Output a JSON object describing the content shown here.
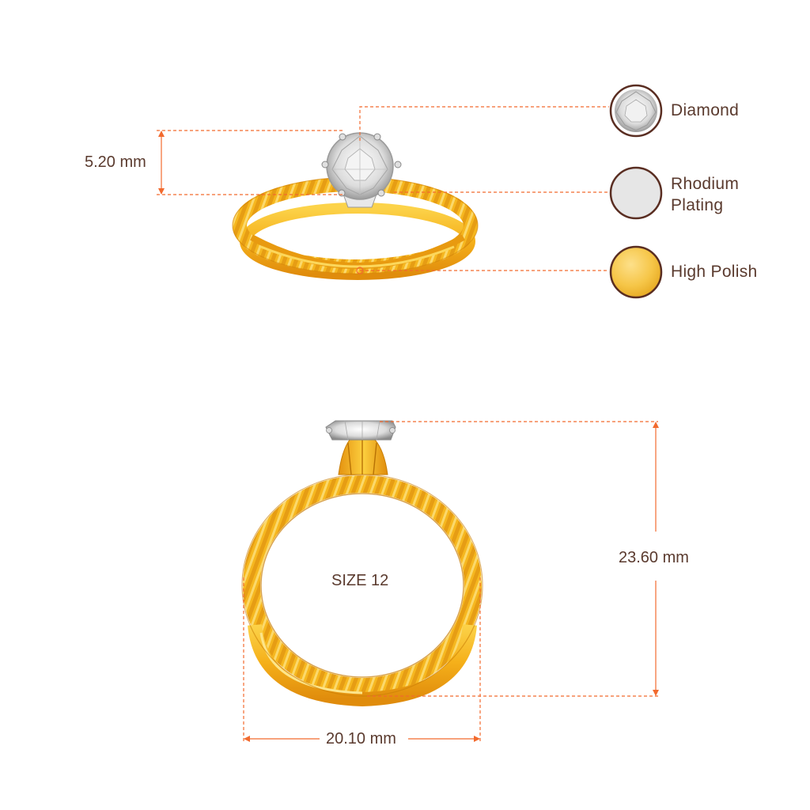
{
  "dimensions": {
    "head_height": "5.20 mm",
    "ring_height": "23.60 mm",
    "ring_width": "20.10 mm",
    "ring_size": "SIZE 12"
  },
  "legend": [
    {
      "label": "Diamond",
      "icon": "diamond-swatch-icon"
    },
    {
      "label": "Rhodium Plating",
      "line1": "Rhodium",
      "line2": "Plating",
      "icon": "rhodium-swatch-icon"
    },
    {
      "label": "High Polish",
      "icon": "gold-swatch-icon"
    }
  ],
  "colors": {
    "dimension_line": "#f26a2e",
    "text": "#5a3a2e",
    "gold": "#f5b721",
    "gold_dark": "#d88a08",
    "rhodium": "#e6e6e6",
    "swatch_border": "#5a2e22"
  }
}
